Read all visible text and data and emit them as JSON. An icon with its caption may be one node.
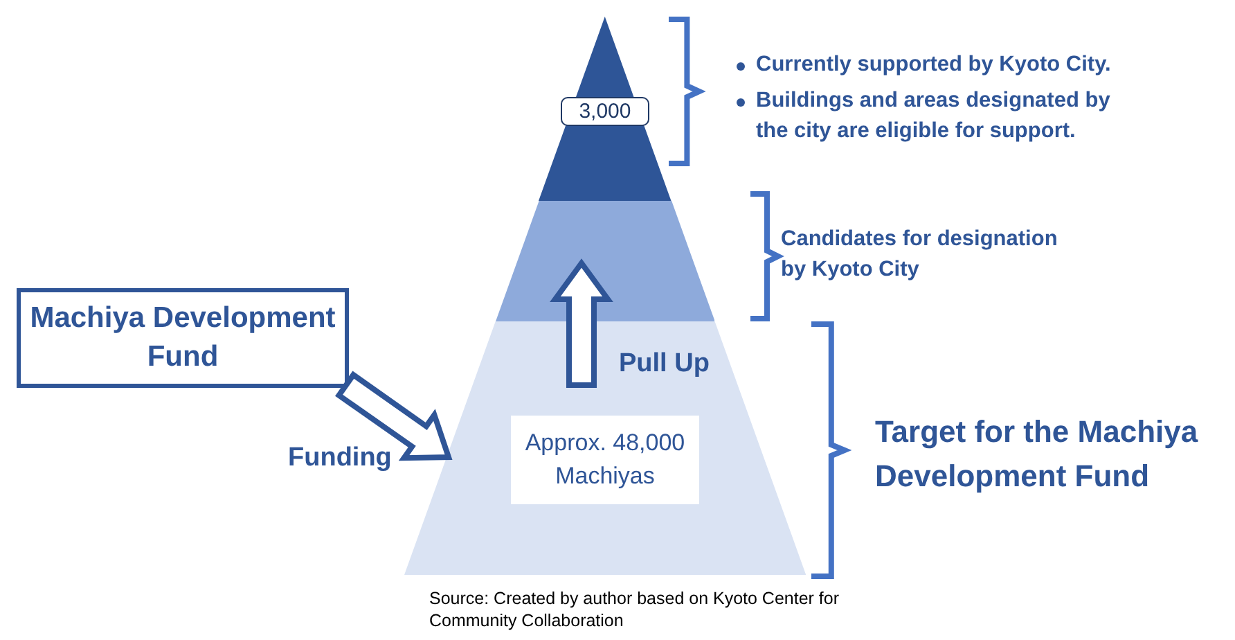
{
  "diagram": {
    "caption": "Source: Created by author based on Kyoto Center for Community Collaboration",
    "nodes": [
      {
        "text": [
          "3,000"
        ]
      },
      {
        "text": [],
        "shape": "trapezoid"
      },
      {
        "text": [
          "Machiya Development Fund"
        ]
      },
      {
        "text": [
          "Approx. 48,000 Machiyas"
        ]
      }
    ],
    "edges": [
      {
        "from": 2,
        "to": 3,
        "arrow": "to",
        "label": "Funding"
      },
      {
        "from": 3,
        "to": 1,
        "arrow": "to",
        "label": "Pull Up"
      }
    ],
    "labels": [
      "Currently supported by Kyoto City.",
      "Buildings and areas designated by the city are eligible for support.",
      "Candidates for designation by Kyoto City",
      "Target for the Machiya Development Fund"
    ]
  }
}
